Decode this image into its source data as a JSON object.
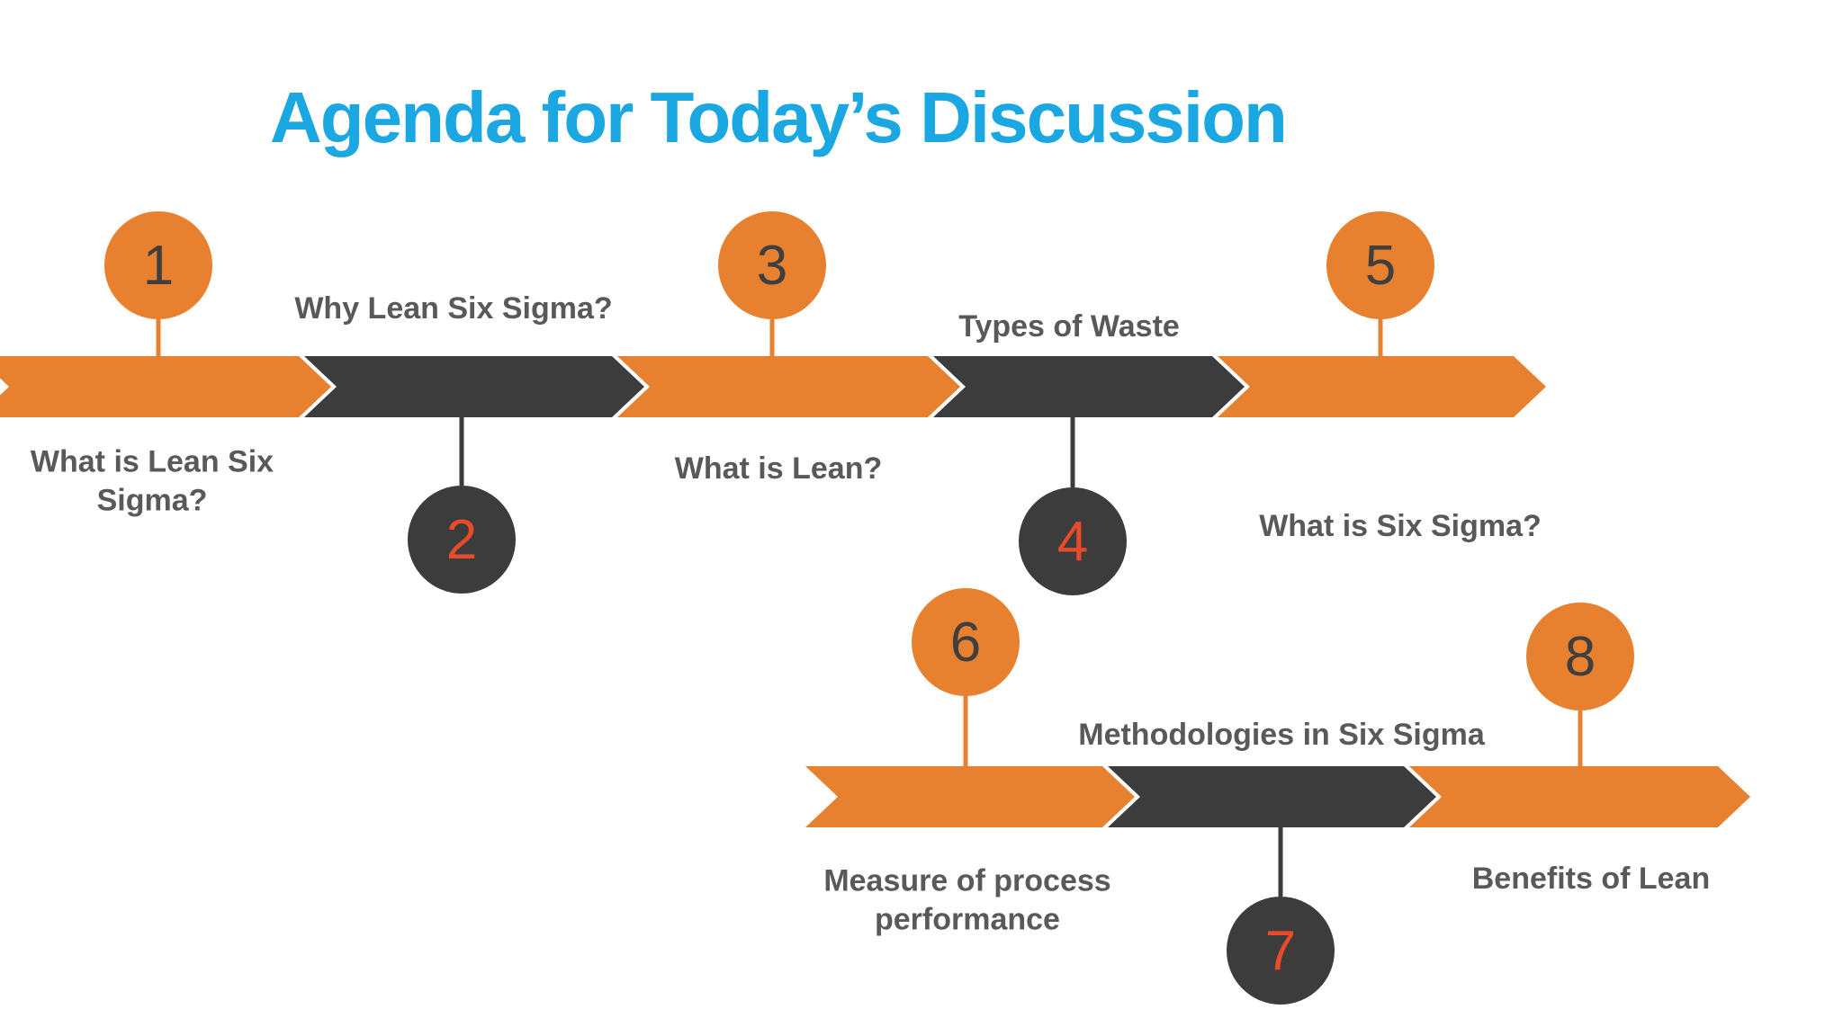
{
  "slide": {
    "title": "Agenda for Today’s Discussion",
    "title_color": "#1BA7E2",
    "background": "#FFFFFF"
  },
  "colors": {
    "orange": "#E8812F",
    "dark_gray": "#3C3C3C",
    "number_on_orange": "#3F3F3F",
    "number_on_dark": "#E84B2A",
    "label_text": "#595959"
  },
  "timeline": {
    "rows": [
      {
        "segments": [
          "orange",
          "dark",
          "orange",
          "dark",
          "orange"
        ]
      },
      {
        "segments": [
          "orange",
          "dark",
          "orange"
        ]
      }
    ]
  },
  "steps": [
    {
      "number": "1",
      "label": "What is Lean Six\nSigma?",
      "circle": "orange",
      "label_position": "below"
    },
    {
      "number": "2",
      "label": "Why Lean Six Sigma?",
      "circle": "dark",
      "label_position": "above"
    },
    {
      "number": "3",
      "label": "What is Lean?",
      "circle": "orange",
      "label_position": "below"
    },
    {
      "number": "4",
      "label": "Types of Waste",
      "circle": "dark",
      "label_position": "above"
    },
    {
      "number": "5",
      "label": "What is Six Sigma?",
      "circle": "orange",
      "label_position": "below"
    },
    {
      "number": "6",
      "label": "Measure of process\nperformance",
      "circle": "orange",
      "label_position": "below"
    },
    {
      "number": "7",
      "label": "Methodologies in Six Sigma",
      "circle": "dark",
      "label_position": "above"
    },
    {
      "number": "8",
      "label": "Benefits of Lean",
      "circle": "orange",
      "label_position": "below"
    }
  ]
}
